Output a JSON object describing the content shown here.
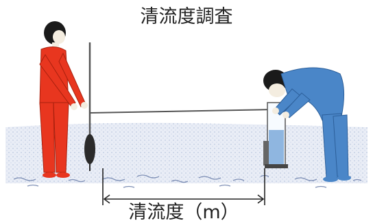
{
  "title": "清流度調査",
  "measure_label": "清流度（m）",
  "colors": {
    "water": "#e9edf6",
    "water_dots": "#8fa2c8",
    "person_left": "#e8361f",
    "person_right": "#4a86c8",
    "hair": "#1a1a1a",
    "skin": "#f4ede0",
    "rope": "#555555",
    "tube": "#8fb6e0"
  },
  "icons": {
    "left_person": "standing-person-holding-pole",
    "right_person": "bending-person-looking-into-tube",
    "pole": "measuring-pole-with-disk",
    "tube": "transparency-tube",
    "arrow": "double-headed-arrow"
  }
}
